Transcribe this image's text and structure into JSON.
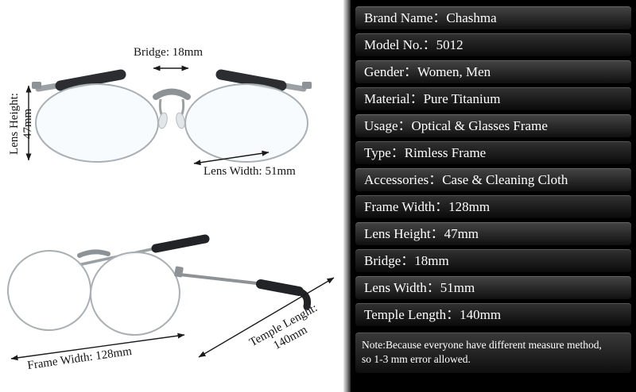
{
  "illustration": {
    "front": {
      "bridge_label": "Bridge: 18mm",
      "lens_height_line1": "Lens Height:",
      "lens_height_line2": "47mm",
      "lens_width_label": "Lens Width: 51mm"
    },
    "side": {
      "frame_width_label": "Frame Width:  128mm",
      "temple_line1": "Temple Lenght:",
      "temple_line2": "140mm"
    }
  },
  "specs": {
    "rows": [
      "Brand Name：Chashma",
      "Model No.：5012",
      "Gender：Women, Men",
      "Material：Pure Titanium",
      "Usage：Optical & Glasses Frame",
      "Type：Rimless Frame",
      "Accessories：Case & Cleaning Cloth",
      "Frame Width：128mm",
      "Lens Height：47mm",
      "Bridge：18mm",
      "Lens Width：51mm",
      "Temple Length：140mm"
    ],
    "note_line1": "Note:Because everyone have different measure method,",
    "note_line2": "so 1-3 mm error allowed."
  },
  "colors": {
    "spec_panel_bg": "#000000",
    "spec_row_top": "#454545",
    "spec_row_bottom": "#101010",
    "spec_text": "#ffffff",
    "illustration_bg": "#ffffff",
    "dimension_text": "#151515",
    "frame_metal": "#8d9296",
    "temple_tip": "#232528"
  }
}
